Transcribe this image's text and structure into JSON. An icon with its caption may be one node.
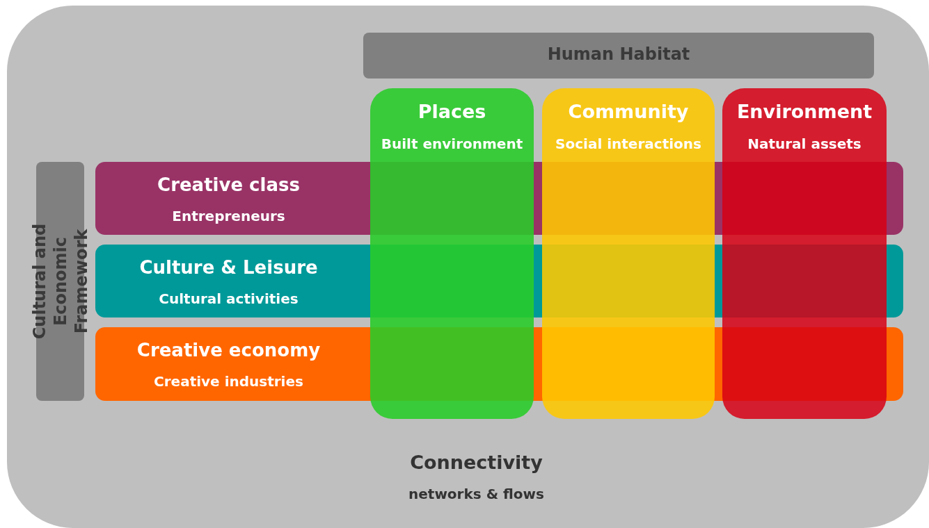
{
  "diagram": {
    "nodes": [
      {
        "text": [
          "Connectivity",
          "networks & flows"
        ]
      },
      {
        "text": [
          "Human Habitat"
        ],
        "in": 0
      },
      {
        "text": [
          "Cultural and Economic Framework"
        ],
        "in": 0
      },
      {
        "text": [
          "Creative class",
          "Entrepreneurs"
        ],
        "in": 0
      },
      {
        "text": [
          "Culture & Leisure",
          "Cultural activities"
        ],
        "in": 0
      },
      {
        "text": [
          "Creative economy",
          "Creative industries"
        ],
        "in": 0
      },
      {
        "text": [
          "Places",
          "Built environment"
        ],
        "in": 0
      },
      {
        "text": [
          "Community",
          "Social interactions"
        ],
        "in": 0
      },
      {
        "text": [
          "Environment",
          "Natural assets"
        ],
        "in": 0
      }
    ],
    "edges": []
  }
}
